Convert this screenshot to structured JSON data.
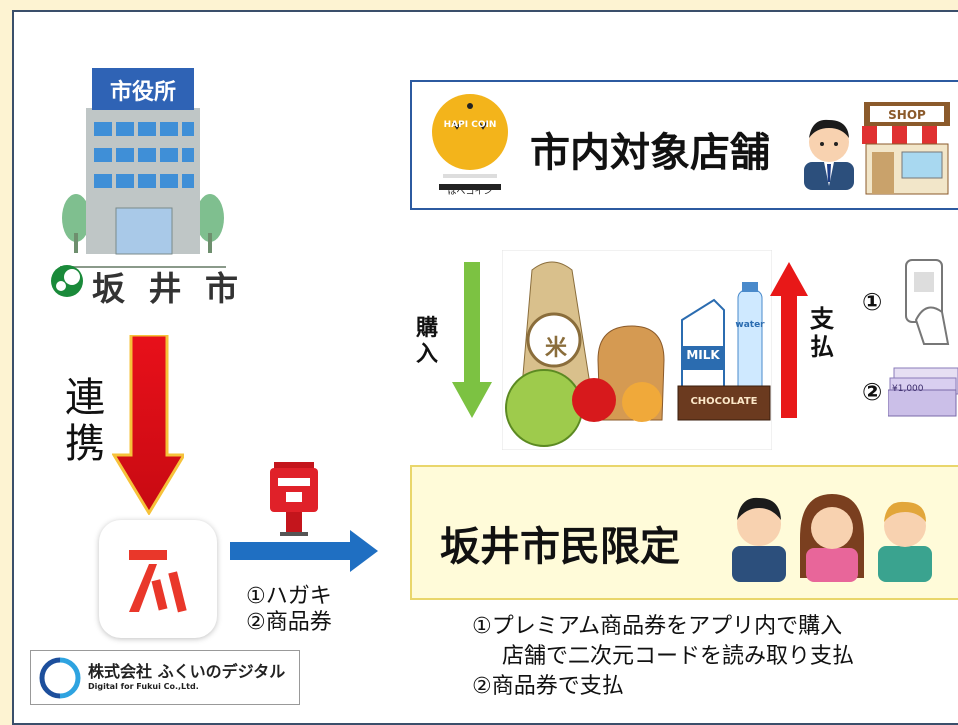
{
  "city_hall": {
    "sign": "市役所",
    "city_name": "坂 井 市"
  },
  "link_label": "連携",
  "shop_box": {
    "title": "市内対象店舗",
    "coin_brand": "HAPI COIN",
    "coin_sub": "ほぺコイン",
    "shop_sign": "SHOP"
  },
  "goods": {
    "title": "商品",
    "buy_label": "購入",
    "pay_label": "支払",
    "item_rice": "米",
    "item_milk": "MILK",
    "item_water": "water",
    "item_chocolate": "CHOCOLATE"
  },
  "payment_options": {
    "option1": "①",
    "option2": "②",
    "voucher_amount": "¥1,000"
  },
  "mail": {
    "line1": "①ハガキ",
    "line2": "②商品券"
  },
  "citizen_box": {
    "title": "坂井市民限定"
  },
  "notes": {
    "line1": "①プレミアム商品券をアプリ内で購入",
    "line2": "店舗で二次元コードを読み取り支払",
    "line3": "②商品券で支払"
  },
  "company": {
    "name": "株式会社 ふくいのデジタル",
    "name_en": "Digital for Fukui Co.,Ltd."
  },
  "colors": {
    "link_arrow": "#e8101a",
    "flow_arrow": "#1f6fc2",
    "buy_arrow": "#7cc242",
    "pay_arrow": "#e81818",
    "panel_border": "#3a4f6b"
  }
}
